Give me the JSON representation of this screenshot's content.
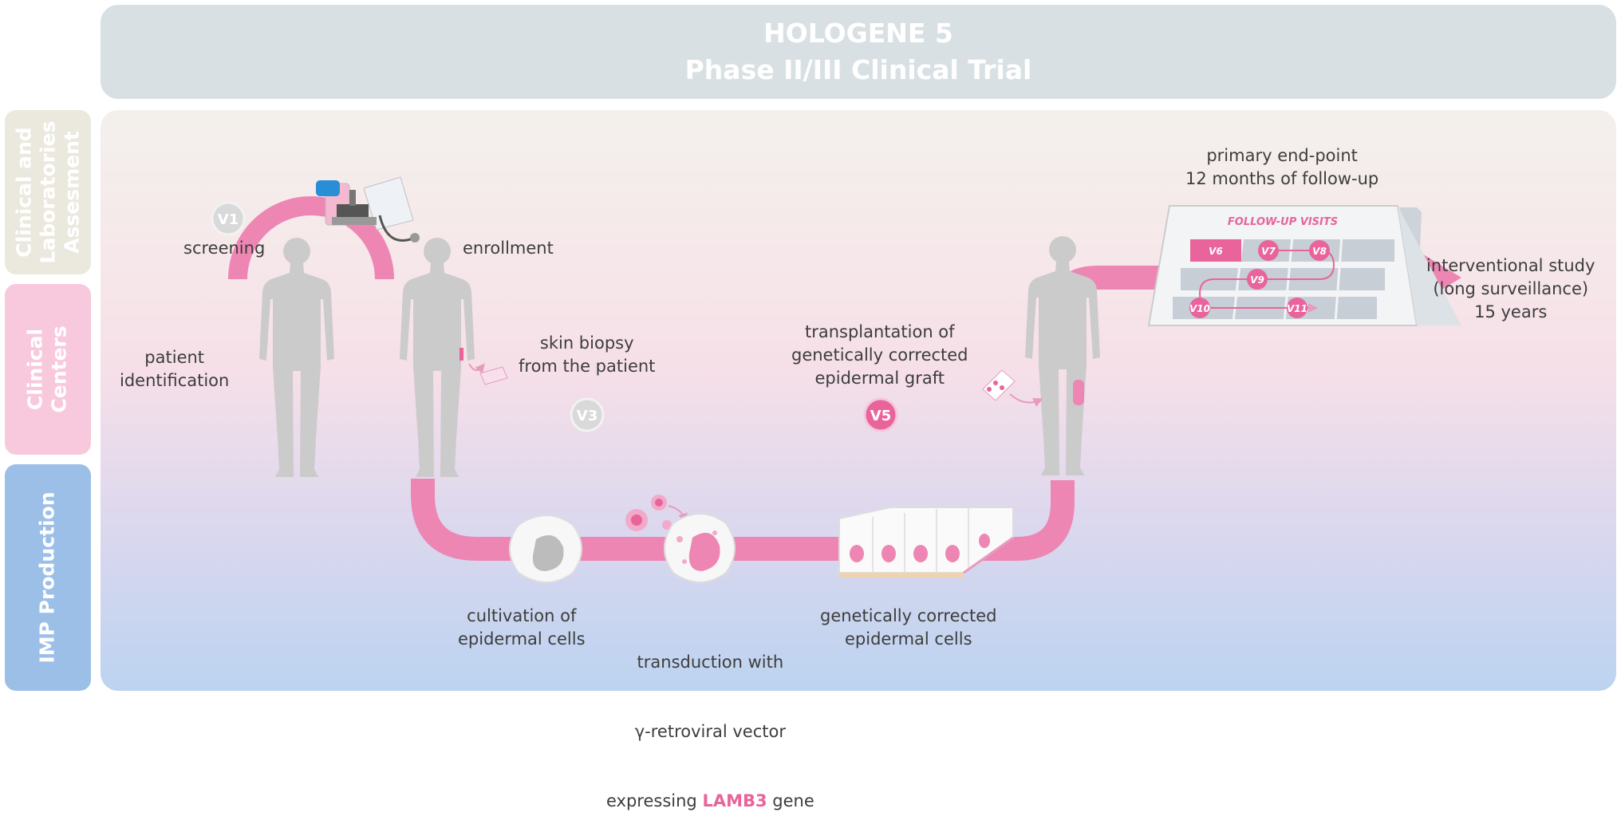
{
  "header": {
    "title_line1": "HOLOGENE 5",
    "title_line2": "Phase II/III Clinical Trial"
  },
  "side_labels": {
    "assessment": "Clinical and\nLaboratories\nAssesment",
    "centers": "Clinical\nCenters",
    "production": "IMP Production"
  },
  "visits": {
    "v1": "V1",
    "v3": "V3",
    "v5": "V5"
  },
  "labels": {
    "screening": "screening",
    "enrollment": "enrollment",
    "patient_identification": "patient\nidentification",
    "skin_biopsy": "skin biopsy\nfrom the patient",
    "transplantation": "transplantation of\ngenetically corrected\nepidermal graft",
    "primary_endpoint": "primary end-point\n12 months of follow-up",
    "interventional_study": "interventional study\n(long surveillance)\n15 years",
    "cultivation": "cultivation of\nepidermal cells",
    "transduction_line1": "transduction with",
    "transduction_line2": "γ-retroviral vector",
    "transduction_pre": "expressing ",
    "transduction_gene": "LAMB3",
    "transduction_post": " gene",
    "corrected_cells": "genetically corrected\nepidermal cells"
  },
  "calendar": {
    "title": "FOLLOW-UP VISITS",
    "visits": [
      "V6",
      "V7",
      "V8",
      "V9",
      "V10",
      "V11"
    ]
  },
  "colors": {
    "pink": "#ee86b4",
    "dark_pink": "#e8649b",
    "silhouette": "#cbcbcb",
    "text": "#3d3d3d"
  }
}
